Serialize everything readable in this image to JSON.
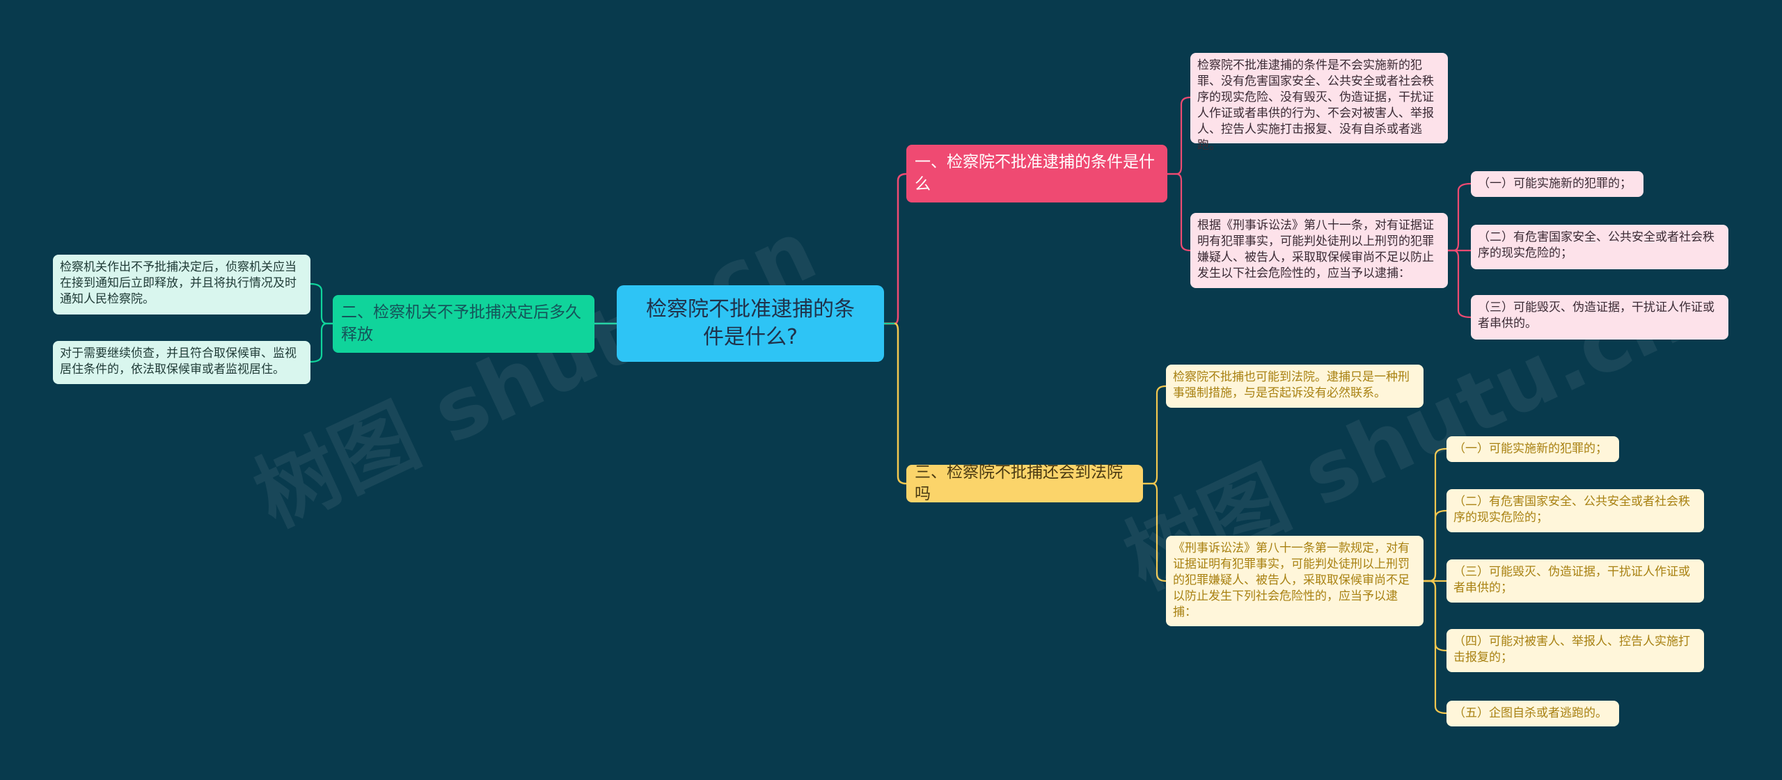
{
  "root": {
    "label": "检察院不批准逮捕的条件是什么?"
  },
  "branches": [
    {
      "label": "一、检察院不批准逮捕的条件是什么",
      "children": [
        {
          "text": "检察院不批准逮捕的条件是不会实施新的犯罪、没有危害国家安全、公共安全或者社会秩序的现实危险、没有毁灭、伪造证据，干扰证人作证或者串供的行为、不会对被害人、举报人、控告人实施打击报复、没有自杀或者逃跑。"
        },
        {
          "text": "根据《刑事诉讼法》第八十一条，对有证据证明有犯罪事实，可能判处徒刑以上刑罚的犯罪嫌疑人、被告人，采取取保候审尚不足以防止发生以下社会危险性的，应当予以逮捕：",
          "children": [
            "（一）可能实施新的犯罪的；",
            "（二）有危害国家安全、公共安全或者社会秩序的现实危险的；",
            "（三）可能毁灭、伪造证据，干扰证人作证或者串供的。"
          ]
        }
      ]
    },
    {
      "label": "二、检察机关不予批捕决定后多久释放",
      "children": [
        "检察机关作出不予批捕决定后，侦察机关应当在接到通知后立即释放，并且将执行情况及时通知人民检察院。",
        "对于需要继续侦查，并且符合取保候审、监视居住条件的，依法取保候审或者监视居住。"
      ]
    },
    {
      "label": "三、检察院不批捕还会到法院吗",
      "children": [
        {
          "text": "检察院不批捕也可能到法院。逮捕只是一种刑事强制措施，与是否起诉没有必然联系。"
        },
        {
          "text": "《刑事诉讼法》第八十一条第一款规定，对有证据证明有犯罪事实，可能判处徒刑以上刑罚的犯罪嫌疑人、被告人，采取取保候审尚不足以防止发生下列社会危险性的，应当予以逮捕：",
          "children": [
            "（一）可能实施新的犯罪的；",
            "（二）有危害国家安全、公共安全或者社会秩序的现实危险的；",
            "（三）可能毁灭、伪造证据，干扰证人作证或者串供的；",
            "（四）可能对被害人、举报人、控告人实施打击报复的；",
            "（五）企图自杀或者逃跑的。"
          ]
        }
      ]
    }
  ],
  "watermark": {
    "text": "树图 shutu.cn"
  },
  "colors": {
    "background": "#083a4d",
    "root": "#2ec4f5",
    "branch1": "#ef4a72",
    "branch2": "#10d49b",
    "branch3": "#fbd46a",
    "link_root": "#f3c74f",
    "link1": "#ef4a72",
    "link2": "#10d49b",
    "link3": "#f3c74f"
  }
}
